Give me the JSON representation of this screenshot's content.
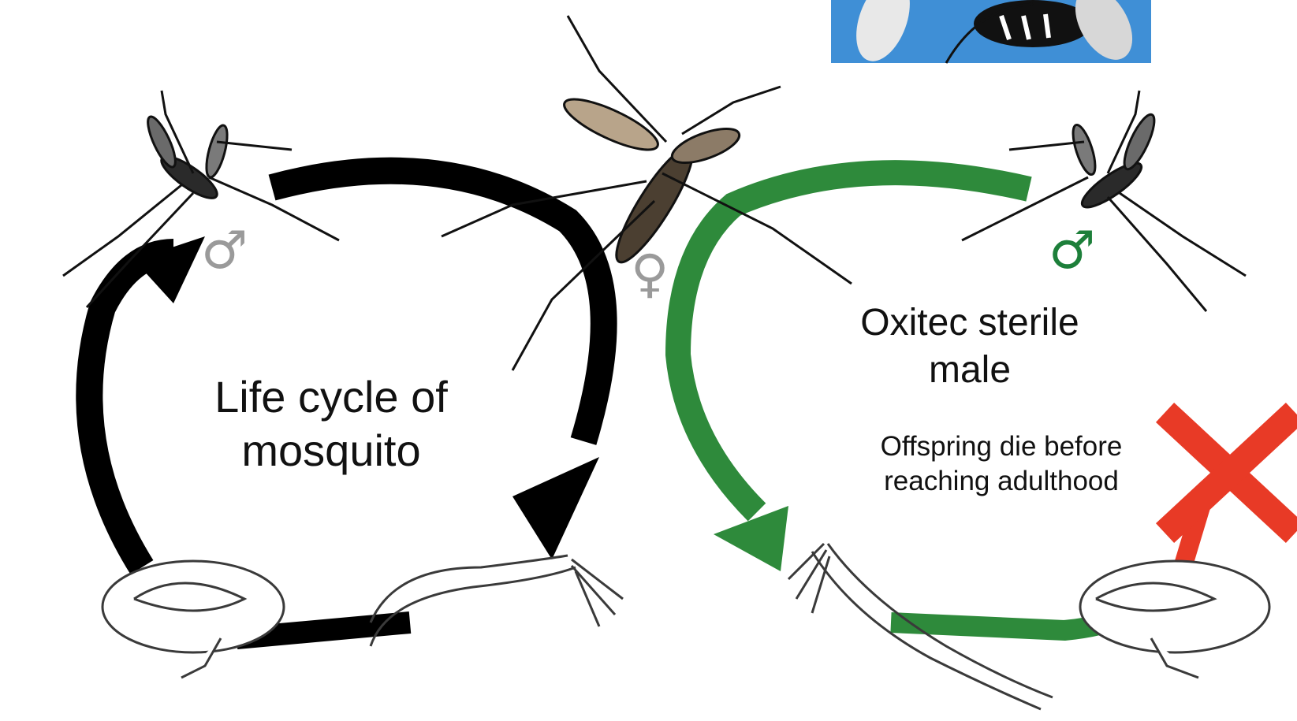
{
  "labels": {
    "left_title_line1": "Life cycle of",
    "left_title_line2": "mosquito",
    "right_title_line1": "Oxitec sterile",
    "right_title_line2": "male",
    "right_note_line1": "Offspring die before",
    "right_note_line2": "reaching adulthood"
  },
  "symbols": {
    "male": "♂",
    "female": "♀"
  },
  "colors": {
    "left_cycle": "#000000",
    "right_cycle": "#2e8a3b",
    "green_male_symbol": "#1d7f3a",
    "red_x": "#e83a26",
    "grey_symbol": "#9a9a9a",
    "thumbnail_blue": "#3f8fd6"
  },
  "icons": [
    "mosquito-male-left-icon",
    "mosquito-female-center-icon",
    "mosquito-male-right-icon",
    "pupa-left-icon",
    "larva-left-icon",
    "larva-right-icon",
    "pupa-right-icon",
    "red-x-icon",
    "mosquito-thumbnail-icon"
  ]
}
